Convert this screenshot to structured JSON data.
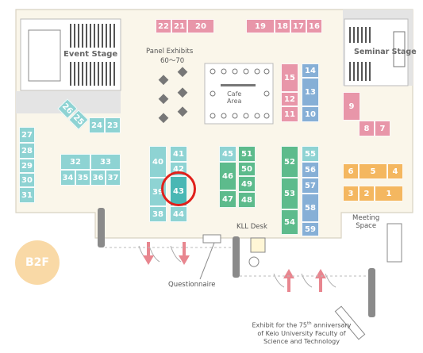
{
  "floor_badge": "B2F",
  "labels": {
    "event_stage": "Event Stage",
    "seminar_stage": "Seminar Stage",
    "panel_exhibits": "Panel Exhibits",
    "panel_range": "60～70",
    "cafe_area": [
      "Cafe",
      "Area"
    ],
    "kll_desk": "KLL Desk",
    "questionnaire": "Questionnaire",
    "meeting_space": [
      "Meeting",
      "Space"
    ],
    "exhibit_note_pre": "Exhibit for the 75",
    "exhibit_note_sup": "th",
    "exhibit_note_post": " anniversary",
    "exhibit_note_line2": "of Keio University Faculty of",
    "exhibit_note_line3": "Science and Technology"
  },
  "booths": [
    "22",
    "21",
    "20",
    "19",
    "18",
    "17",
    "16",
    "15",
    "14",
    "12",
    "13",
    "11",
    "10",
    "9",
    "8",
    "7",
    "26",
    "25",
    "24",
    "23",
    "27",
    "28",
    "29",
    "30",
    "31",
    "32",
    "33",
    "34",
    "35",
    "36",
    "37",
    "40",
    "41",
    "42",
    "39",
    "43",
    "38",
    "44",
    "45",
    "51",
    "46",
    "50",
    "49",
    "47",
    "48",
    "52",
    "55",
    "56",
    "53",
    "57",
    "58",
    "54",
    "59",
    "6",
    "5",
    "4",
    "3",
    "2",
    "1"
  ],
  "highlighted_booth": "43",
  "colors": {
    "pink": "#e896a9",
    "teal": "#8ed3d3",
    "teal_highlight": "#49b7b4",
    "green": "#5dbb8c",
    "blue": "#86afd6",
    "orange": "#f4b760",
    "marker": "#e0201b"
  }
}
